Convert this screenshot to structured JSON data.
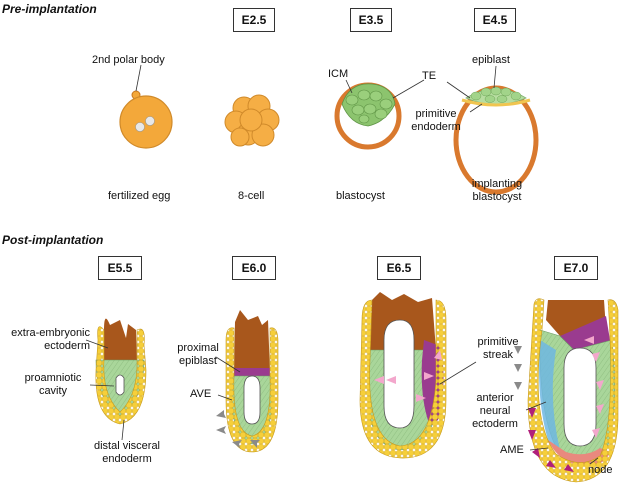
{
  "sections": {
    "pre": "Pre-implantation",
    "post": "Post-implantation"
  },
  "stages": {
    "e25": "E2.5",
    "e35": "E3.5",
    "e45": "E4.5",
    "e55": "E5.5",
    "e60": "E6.0",
    "e65": "E6.5",
    "e70": "E7.0"
  },
  "pre_labels": {
    "polar_body": "2nd polar body",
    "icm": "ICM",
    "te": "TE",
    "epiblast": "epiblast",
    "primitive_endoderm_1": "primitive",
    "primitive_endoderm_2": "endoderm",
    "fertilized_egg": "fertilized egg",
    "eight_cell": "8-cell",
    "blastocyst": "blastocyst",
    "implanting_1": "implanting",
    "implanting_2": "blastocyst"
  },
  "post_labels": {
    "extra_embryonic_1": "extra-embryonic",
    "extra_embryonic_2": "ectoderm",
    "proamniotic_1": "proamniotic",
    "proamniotic_2": "cavity",
    "distal_ve_1": "distal visceral",
    "distal_ve_2": "endoderm",
    "proximal_1": "proximal",
    "proximal_2": "epiblast",
    "ave": "AVE",
    "primitive_streak_1": "primitive",
    "primitive_streak_2": "streak",
    "anterior_1": "anterior",
    "anterior_2": "neural",
    "anterior_3": "ectoderm",
    "ame": "AME",
    "node": "node"
  },
  "colors": {
    "oocyte": "#F3A83A",
    "ve_yellow": "#F6CF3A",
    "te_orange": "#D9792E",
    "epiblast_green": "#A9D69A",
    "icm_green": "#8CC46E",
    "exe_brown": "#A8571C",
    "streak_purple": "#9A3B8F",
    "arrow_pink": "#F3A7CC",
    "arrow_gray": "#8A8A8A",
    "arrow_magenta": "#B0207A",
    "neural_blue": "#6FB7E2",
    "ame_pink": "#E9897E"
  }
}
